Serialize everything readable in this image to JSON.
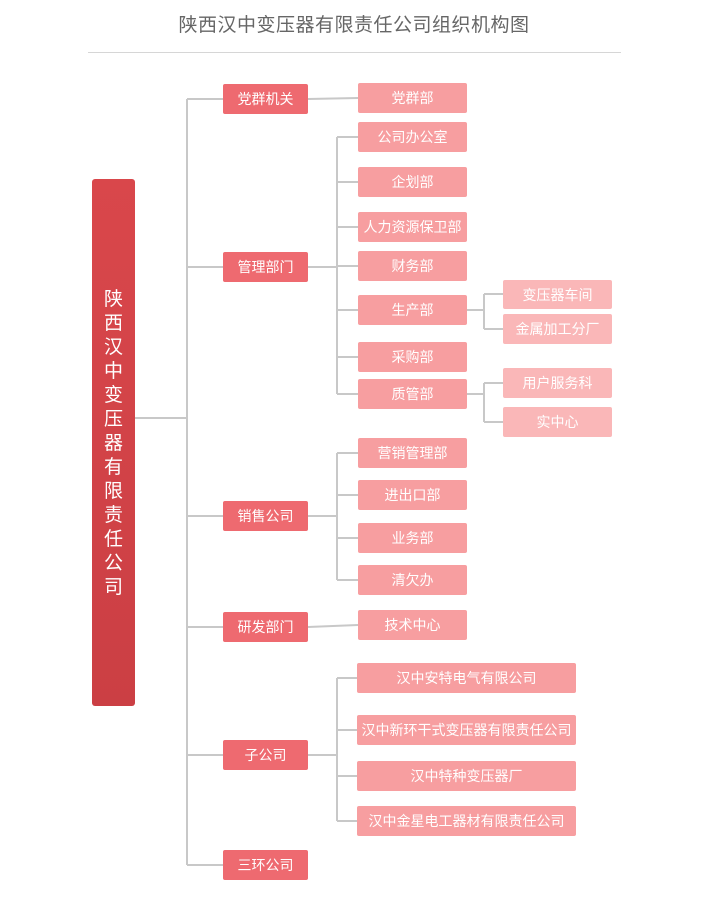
{
  "title": "陕西汉中变压器有限责任公司组织机构图",
  "root": "陕西汉中变压器有限责任公司",
  "colors": {
    "root": "#d9474b",
    "level1": "#ee6a70",
    "level2": "#f79ea0",
    "level3": "#fab7b8",
    "connector": "#c8c8c8"
  },
  "departments": [
    {
      "name": "党群机关",
      "children": [
        {
          "name": "党群部"
        }
      ]
    },
    {
      "name": "管理部门",
      "children": [
        {
          "name": "公司办公室"
        },
        {
          "name": "企划部"
        },
        {
          "name": "人力资源保卫部"
        },
        {
          "name": "财务部"
        },
        {
          "name": "生产部",
          "children": [
            {
              "name": "变压器车间"
            },
            {
              "name": "金属加工分厂"
            }
          ]
        },
        {
          "name": "采购部"
        },
        {
          "name": "质管部",
          "children": [
            {
              "name": "用户服务科"
            },
            {
              "name": "实中心"
            }
          ]
        }
      ]
    },
    {
      "name": "销售公司",
      "children": [
        {
          "name": "营销管理部"
        },
        {
          "name": "进出口部"
        },
        {
          "name": "业务部"
        },
        {
          "name": "清欠办"
        }
      ]
    },
    {
      "name": "研发部门",
      "children": [
        {
          "name": "技术中心"
        }
      ]
    },
    {
      "name": "子公司",
      "children": [
        {
          "name": "汉中安特电气有限公司"
        },
        {
          "name": "汉中新环干式变压器有限责任公司"
        },
        {
          "name": "汉中特种变压器厂"
        },
        {
          "name": "汉中金星电工器材有限责任公司"
        }
      ]
    },
    {
      "name": "三环公司"
    }
  ]
}
